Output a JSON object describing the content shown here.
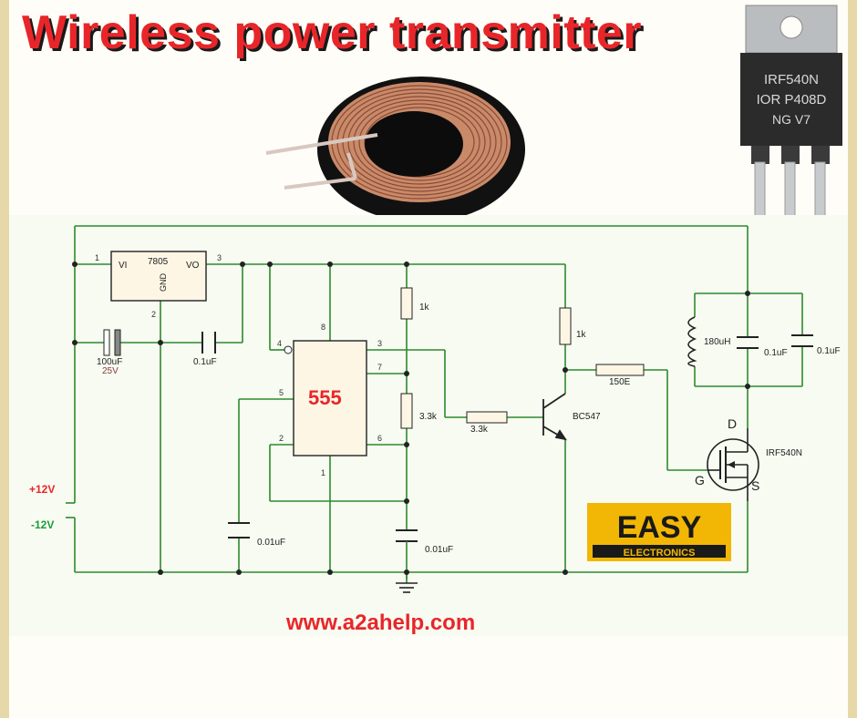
{
  "title": "Wireless power transmitter",
  "website": "www.a2ahelp.com",
  "power": {
    "pos_label": "+12V",
    "neg_label": "-12V",
    "pos_color": "#e8262a",
    "neg_color": "#1a9a3a"
  },
  "regulator": {
    "name": "7805",
    "vi": "VI",
    "vo": "VO",
    "gnd": "GND",
    "pin1": "1",
    "pin2": "2",
    "pin3": "3"
  },
  "timer": {
    "name": "555",
    "name_color": "#e8262a",
    "pin8": "8",
    "pin4": "4",
    "pin3": "3",
    "pin7": "7",
    "pin5": "5",
    "pin2": "2",
    "pin6": "6",
    "pin1": "1"
  },
  "components": {
    "c_100uf": "100uF",
    "c_100uf_v": "25V",
    "c_01uf_reg": "0.1uF",
    "r1": "1k",
    "r2": "3.3k",
    "r_base": "3.3k",
    "r_collector": "1k",
    "r_gate": "150E",
    "c_timing": "0.01uF",
    "c_ctrl": "0.01uF",
    "transistor": "BC547",
    "inductor": "180uH",
    "c_tank1": "0.1uF",
    "c_tank2": "0.1uF",
    "mosfet": "IRF540N",
    "mos_d": "D",
    "mos_g": "G",
    "mos_s": "S"
  },
  "chip_photo": {
    "line1": "IRF540N",
    "line2": "IOR P408D",
    "line3": "NG V7"
  },
  "logo": {
    "top": "EASY",
    "bottom": "ELECTRONICS",
    "bg": "#f2b705"
  },
  "colors": {
    "wire": "#2d8a2d",
    "part": "#222222",
    "pin_num": "#333333",
    "accent": "#e8262a"
  }
}
